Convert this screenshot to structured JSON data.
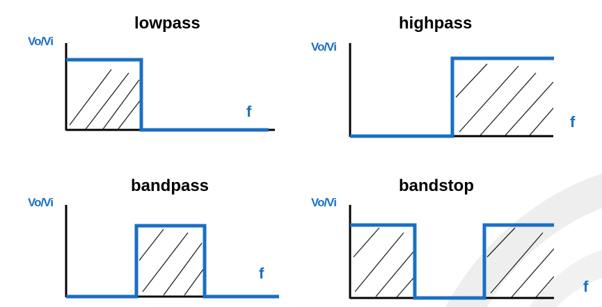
{
  "colors": {
    "accent": "#1a6fc4",
    "axis": "#000000",
    "hatch": "#222222",
    "watermark": "#eeeeee"
  },
  "panels": [
    {
      "title": "lowpass",
      "ylabel": "Vo/Vi",
      "xlabel": "f",
      "response": "lowpass"
    },
    {
      "title": "highpass",
      "ylabel": "Vo/Vi",
      "xlabel": "f",
      "response": "highpass"
    },
    {
      "title": "bandpass",
      "ylabel": "Vo/Vi",
      "xlabel": "f",
      "response": "bandpass"
    },
    {
      "title": "bandstop",
      "ylabel": "Vo/Vi",
      "xlabel": "f",
      "response": "bandstop"
    }
  ]
}
